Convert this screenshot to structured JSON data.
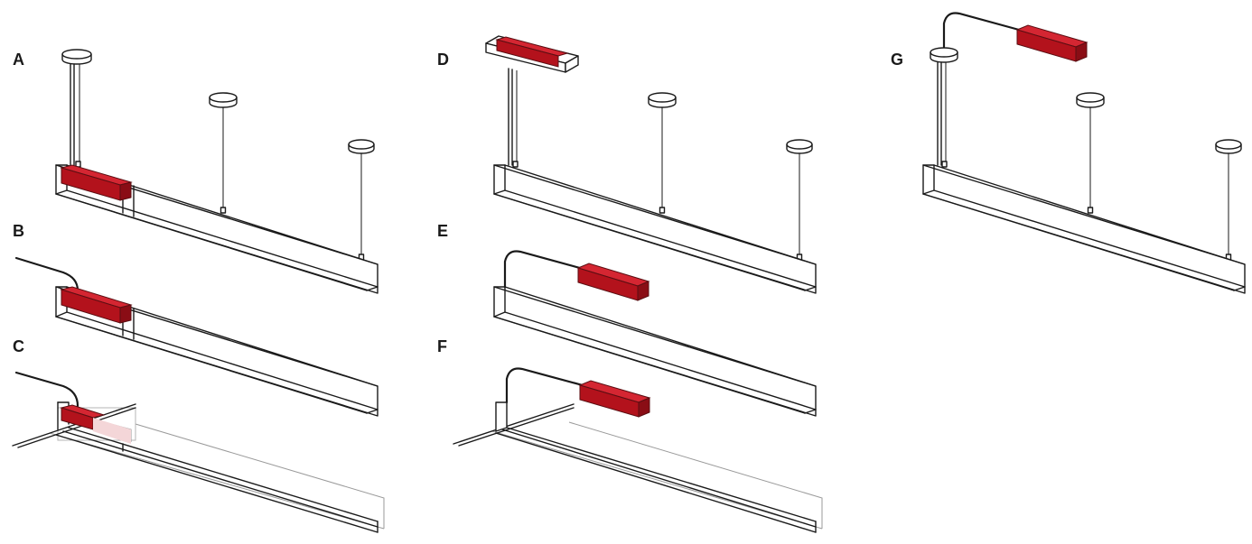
{
  "colors": {
    "line": "#1a1a1a",
    "driver_front": "#b3121c",
    "driver_top": "#d42632",
    "driver_side": "#8a0d15",
    "ghost": "#9a9a9a",
    "background": "#ffffff"
  },
  "variants": [
    {
      "id": "A",
      "label": "A"
    },
    {
      "id": "B",
      "label": "B"
    },
    {
      "id": "C",
      "label": "C"
    },
    {
      "id": "D",
      "label": "D"
    },
    {
      "id": "E",
      "label": "E"
    },
    {
      "id": "F",
      "label": "F"
    },
    {
      "id": "G",
      "label": "G"
    }
  ]
}
